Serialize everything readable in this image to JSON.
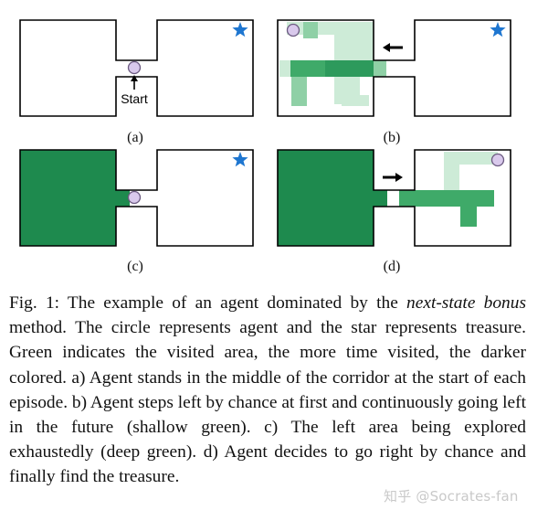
{
  "figure": {
    "start_label": "Start",
    "panels": [
      {
        "id": "a",
        "label": "(a)"
      },
      {
        "id": "b",
        "label": "(b)"
      },
      {
        "id": "c",
        "label": "(c)"
      },
      {
        "id": "d",
        "label": "(d)"
      }
    ],
    "colors": {
      "wall": "#000000",
      "agent_fill": "#d9c9ec",
      "agent_stroke": "#6b5a80",
      "star": "#1e76d0",
      "green_deep": "#1e8a4e",
      "green_medium": "#3faa69",
      "green_light": "#8fd0a6",
      "green_pale": "#cdebd7",
      "arrow": "#000000"
    },
    "icons": [
      "agent-circle-icon",
      "treasure-star-icon",
      "left-arrow-icon",
      "right-arrow-icon",
      "up-arrow-icon"
    ]
  },
  "caption": {
    "p1": "Fig. 1: The example of an agent dominated by the ",
    "em": "next-state bonus",
    "p2": " method. The circle represents agent and the star represents treasure. Green indicates the visited area, the more time visited, the darker colored. a) Agent stands in the middle of the corridor at the start of each episode. b) Agent steps left by chance at first and continuously going left in the future (shallow green). c) The left area being explored exhaustedly (deep green). d) Agent decides to go right by chance and finally find the treasure."
  },
  "watermark": "知乎 @Socrates-fan"
}
